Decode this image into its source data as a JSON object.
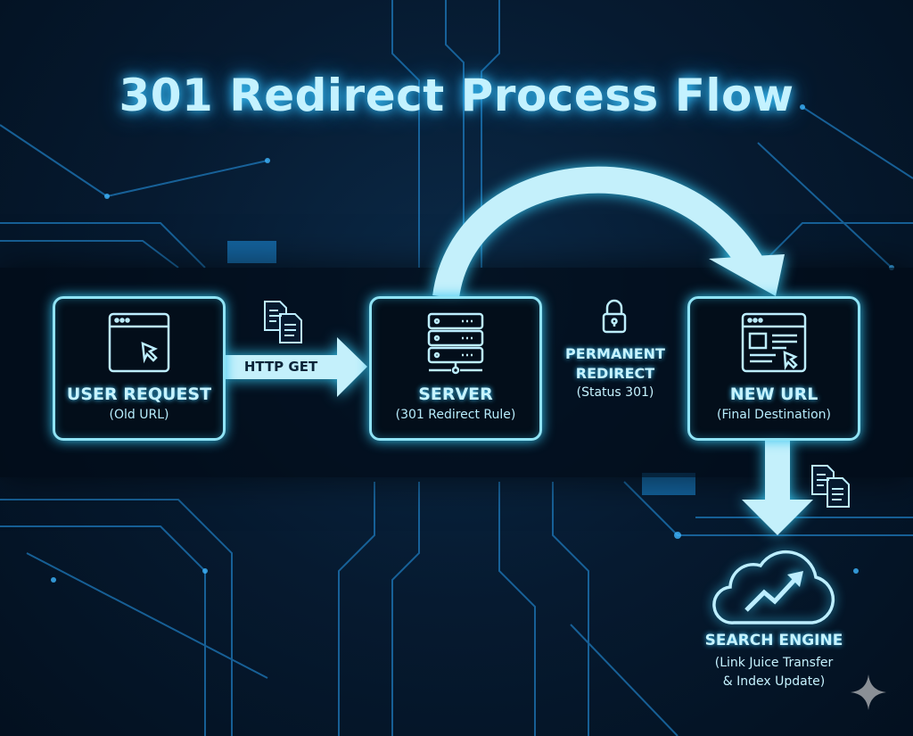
{
  "title": "301 Redirect Process Flow",
  "nodes": [
    {
      "label": "USER REQUEST",
      "sub": "(Old URL)",
      "icon": "browser-cursor-icon"
    },
    {
      "label": "SERVER",
      "sub": "(301 Redirect Rule)",
      "icon": "server-icon"
    },
    {
      "label": "NEW URL",
      "sub": "(Final Destination)",
      "icon": "webpage-cursor-icon"
    }
  ],
  "http_arrow_label": "HTTP GET",
  "redirect": {
    "line1": "PERMANENT",
    "line2": "REDIRECT",
    "sub": "(Status 301)"
  },
  "search_engine": {
    "label": "SEARCH ENGINE",
    "sub1": "(Link Juice Transfer",
    "sub2": "& Index Update)"
  },
  "colors": {
    "accent": "#8fe3f5",
    "background": "#061a30",
    "glow": "#34c6f0"
  }
}
